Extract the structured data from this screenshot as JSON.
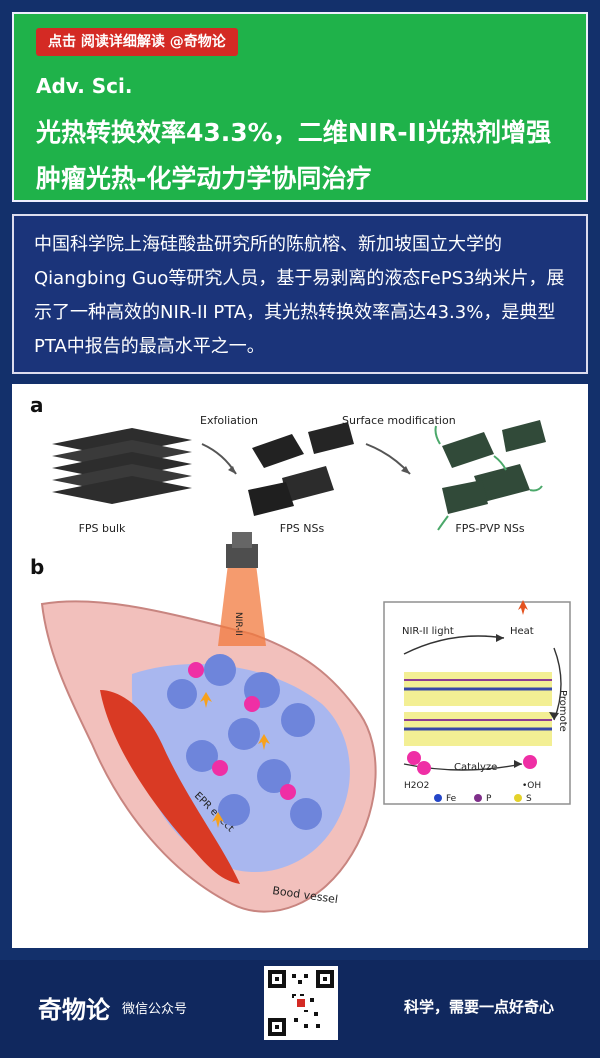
{
  "header": {
    "badge": "点击 阅读详细解读 @奇物论",
    "journal": "Adv. Sci.",
    "title": "光热转换效率43.3%，二维NIR-II光热剂增强肿瘤光热-化学动力学协同治疗"
  },
  "summary": {
    "text": "中国科学院上海硅酸盐研究所的陈航榕、新加坡国立大学的Qiangbing Guo等研究人员，基于易剥离的液态FePS3纳米片，展示了一种高效的NIR-II PTA，其光热转换效率高达43.3%，是典型PTA中报告的最高水平之一。"
  },
  "figure": {
    "panel_a_label": "a",
    "panel_b_label": "b",
    "step1": "Exfoliation",
    "step2": "Surface modification",
    "item1": "FPS bulk",
    "item2": "FPS NSs",
    "item3": "FPS-PVP NSs",
    "nir_label": "NIR-II",
    "epr_label": "EPR effect",
    "vessel_label": "Bood vessel",
    "inset": {
      "light": "NIR-II light",
      "heat": "Heat",
      "promote": "Promote",
      "catalyze": "Catalyze",
      "h2o2": "H2O2",
      "oh": "•OH",
      "fe": "Fe",
      "p": "P",
      "s": "S"
    }
  },
  "footer": {
    "brand": "奇物论",
    "brand_sub": "微信公众号",
    "slogan": "科学，需要一点好奇心"
  }
}
